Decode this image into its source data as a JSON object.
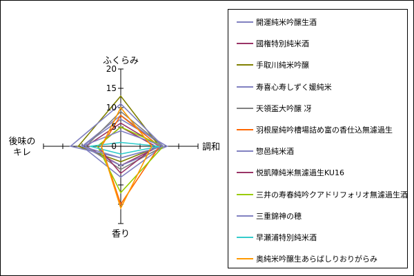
{
  "chart_data": {
    "type": "radar",
    "axes": [
      {
        "key": "fukurami",
        "label_lines": [
          "ふくらみ"
        ]
      },
      {
        "key": "chouwa",
        "label_lines": [
          "調和"
        ]
      },
      {
        "key": "kaori",
        "label_lines": [
          "香り"
        ]
      },
      {
        "key": "atoaji",
        "label_lines": [
          "後味の",
          "キレ"
        ]
      }
    ],
    "ticks": [
      "0",
      "5",
      "10",
      "15",
      "20"
    ],
    "range": [
      0,
      20
    ],
    "series": [
      {
        "name": "開運純米吟醸生酒",
        "color": "#8080c0",
        "values": [
          8,
          11,
          8,
          10
        ]
      },
      {
        "name": "國権特別純米酒",
        "color": "#993366",
        "values": [
          6,
          10,
          5,
          9
        ]
      },
      {
        "name": "手取川純米吟醸",
        "color": "#808000",
        "values": [
          13,
          10,
          4,
          11
        ]
      },
      {
        "name": "寿喜心寿しずく媛純米",
        "color": "#8080c0",
        "values": [
          7,
          12,
          5,
          10
        ]
      },
      {
        "name": "天領盃大吟醸 冴",
        "color": "#808080",
        "values": [
          9,
          11,
          6,
          9
        ]
      },
      {
        "name": "羽根屋純吟槽場詰め富の香仕込無濾過生",
        "color": "#ff6600",
        "values": [
          8,
          10,
          15,
          5
        ]
      },
      {
        "name": "惣邑純米酒",
        "color": "#8080c0",
        "values": [
          11,
          11,
          3,
          13
        ]
      },
      {
        "name": "悦凱陣純米無濾過生KU16",
        "color": "#993366",
        "values": [
          5,
          9,
          7,
          6
        ]
      },
      {
        "name": "三井の寿春純吟クアドリフォリオ無濾過生酒",
        "color": "#99cc00",
        "values": [
          5,
          11,
          12,
          6
        ]
      },
      {
        "name": "三重錦神の穂",
        "color": "#8080c0",
        "values": [
          4,
          11,
          3,
          10
        ]
      },
      {
        "name": "早瀬浦特別純米酒",
        "color": "#33cccc",
        "values": [
          1,
          10,
          2,
          8
        ]
      },
      {
        "name": "奥純米吟醸生あらばしりおりがらみ",
        "color": "#ff9900",
        "values": [
          10,
          8,
          16,
          5
        ]
      }
    ]
  }
}
